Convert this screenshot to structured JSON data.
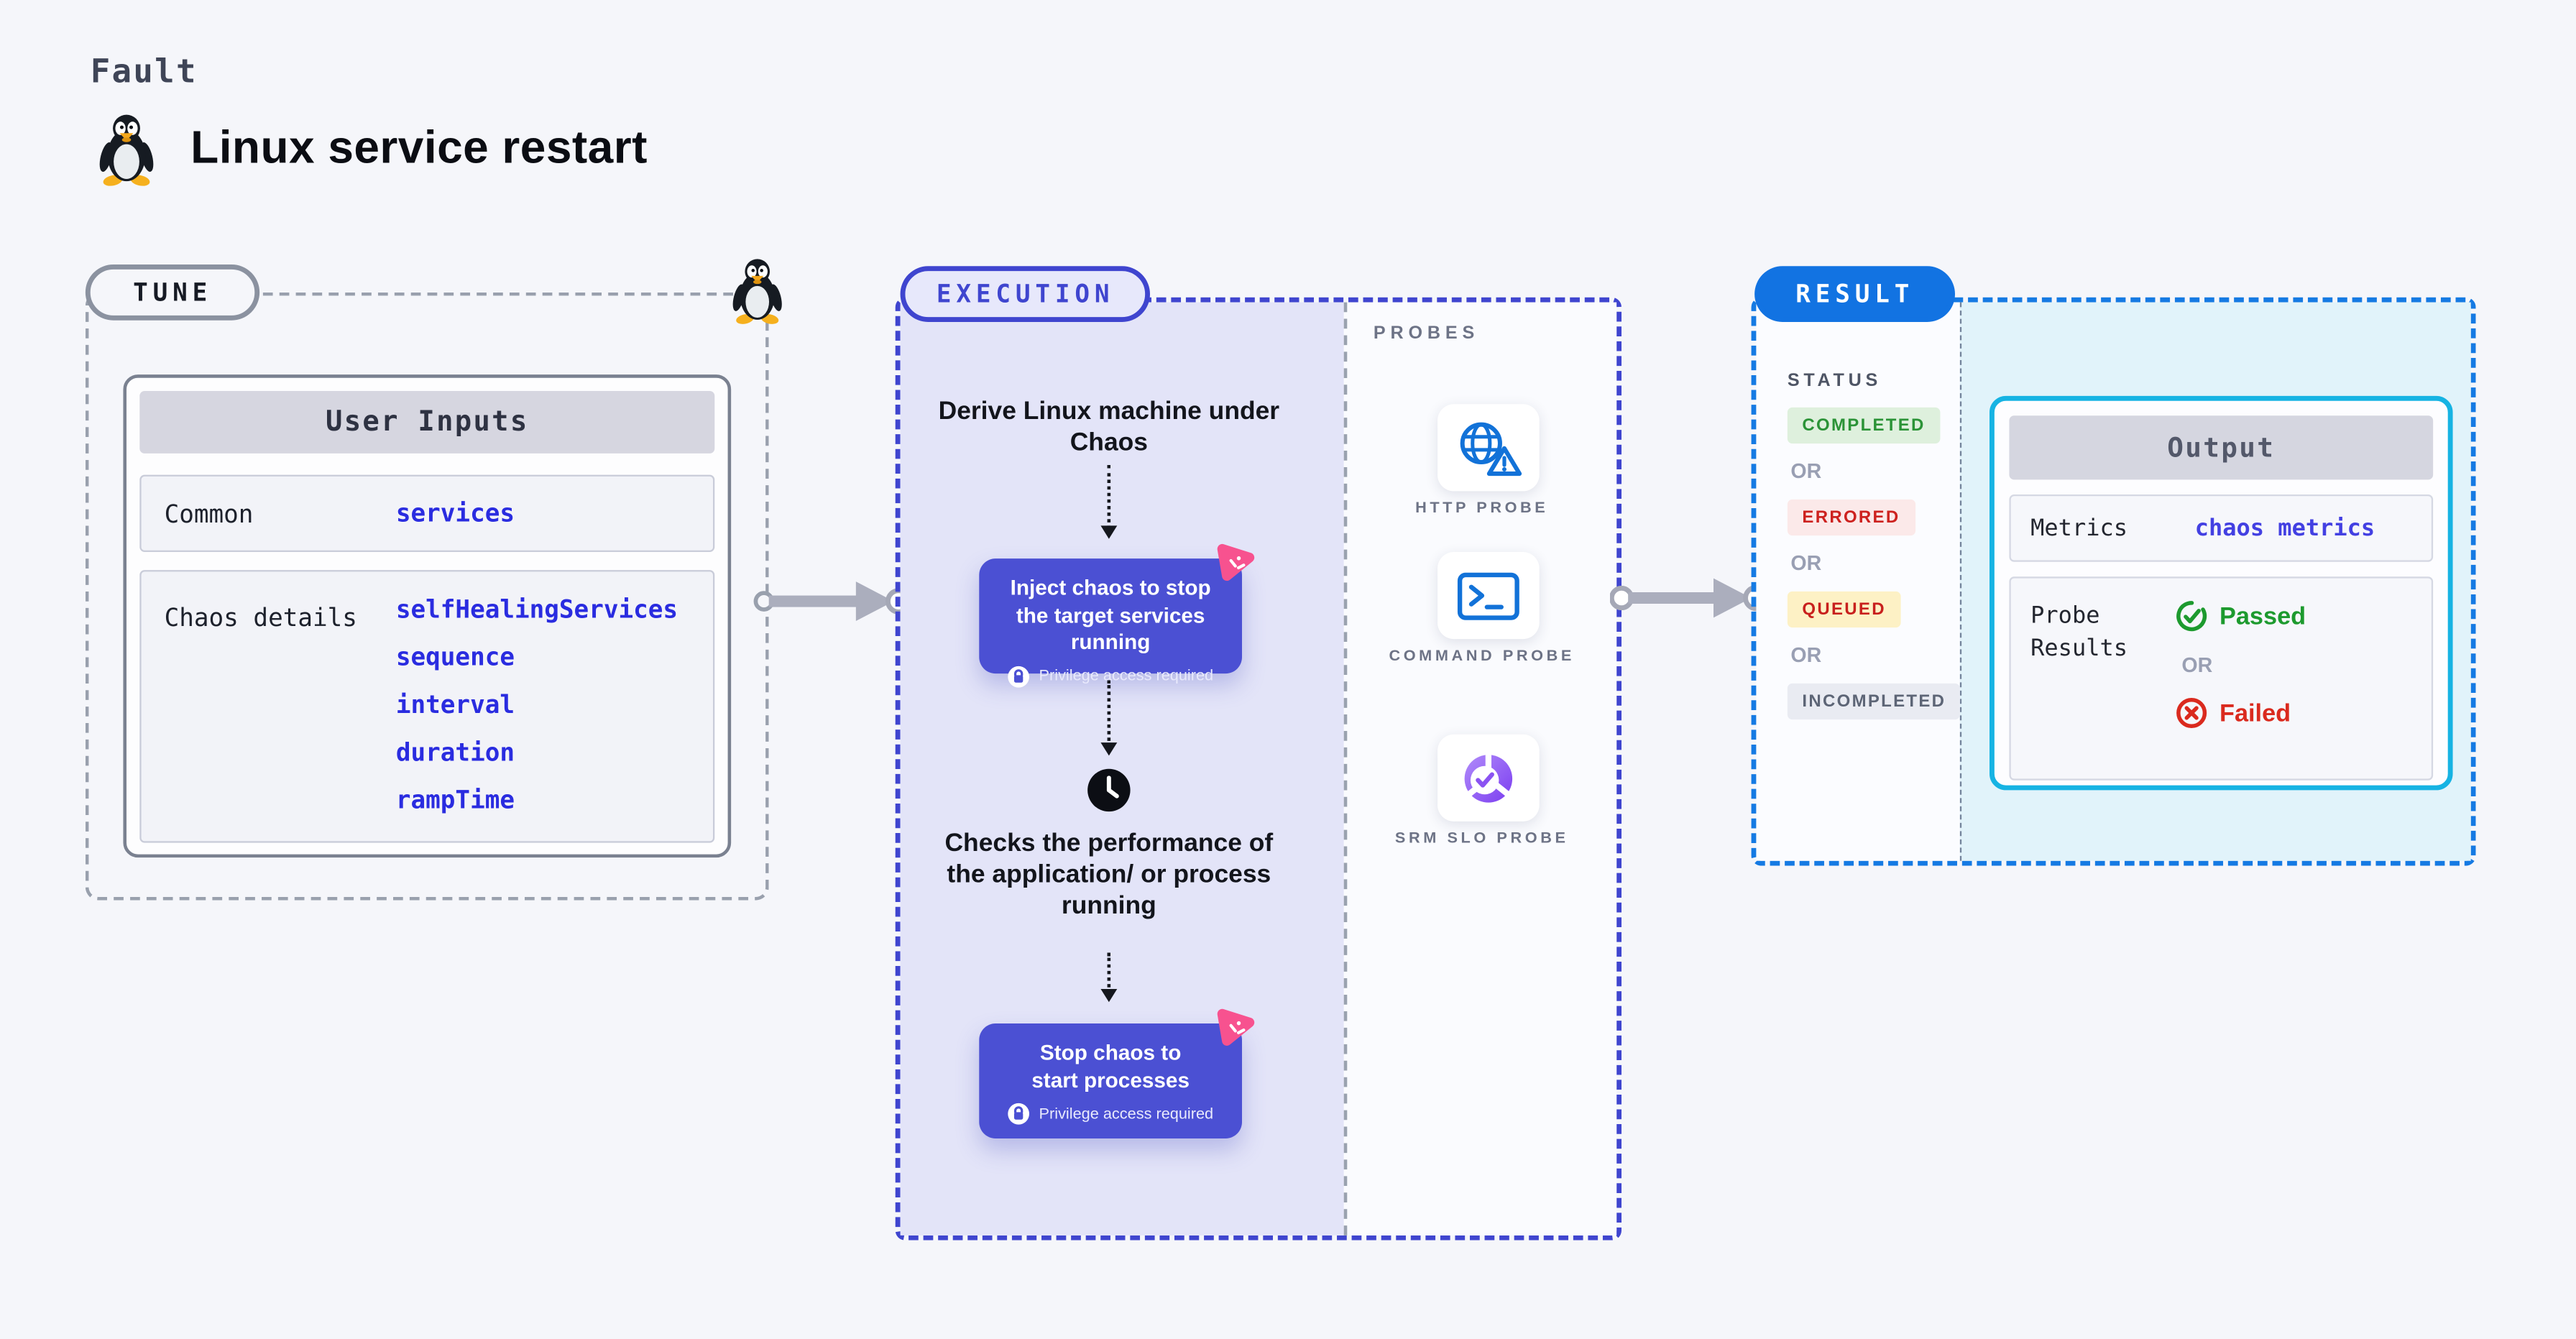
{
  "page": {
    "kicker": "Fault",
    "title": "Linux service restart"
  },
  "tune": {
    "badge": "TUNE",
    "user_inputs": {
      "title": "User Inputs",
      "rows": [
        {
          "label": "Common",
          "values": [
            "services"
          ]
        },
        {
          "label": "Chaos details",
          "values": [
            "selfHealingServices",
            "sequence",
            "interval",
            "duration",
            "rampTime"
          ]
        }
      ]
    }
  },
  "execution": {
    "badge": "EXECUTION",
    "step1": "Derive Linux machine under Chaos",
    "box1": {
      "title": "Inject chaos to stop the target services running",
      "note": "Privilege access required"
    },
    "step2": "Checks the performance of the application/ or process running",
    "box2": {
      "title": "Stop chaos to start processes",
      "note": "Privilege access required"
    }
  },
  "probes": {
    "label": "PROBES",
    "items": [
      {
        "name": "HTTP PROBE",
        "icon": "globe-alert-icon"
      },
      {
        "name": "COMMAND PROBE",
        "icon": "terminal-icon"
      },
      {
        "name": "SRM SLO PROBE",
        "icon": "slo-pie-check-icon"
      }
    ]
  },
  "result": {
    "badge": "RESULT",
    "status_label": "STATUS",
    "or": "OR",
    "statuses": [
      {
        "text": "COMPLETED",
        "fg": "#2b9337",
        "bg": "#def0dd"
      },
      {
        "text": "ERRORED",
        "fg": "#cd221f",
        "bg": "#fbe9e9"
      },
      {
        "text": "QUEUED",
        "fg": "#c8201d",
        "bg": "#fdf1c5"
      },
      {
        "text": "INCOMPLETED",
        "fg": "#5d6576",
        "bg": "#e9ebf2"
      }
    ],
    "output": {
      "title": "Output",
      "rows": [
        {
          "label": "Metrics",
          "value": "chaos metrics"
        }
      ],
      "probe_results_label": "Probe Results",
      "passed": "Passed",
      "or": "OR",
      "failed": "Failed"
    }
  },
  "colors": {
    "page_bg": "#f5f6fa",
    "tune_border": "#99a0ad",
    "execution_accent": "#3f45cf",
    "execution_fill": "#e3e4f8",
    "action_box": "#4b50d3",
    "link_blue": "#2a2ce0",
    "probe_icon_blue": "#1272d8",
    "srm_purple": "#8b53f2",
    "result_accent": "#1273e2",
    "output_border": "#16b3e3",
    "output_fill": "#e1f3fa",
    "passed_green": "#1d9a2e",
    "failed_red": "#da2a1e",
    "arrow_gray": "#abaebd",
    "chaos_pink": "#f7528f"
  }
}
